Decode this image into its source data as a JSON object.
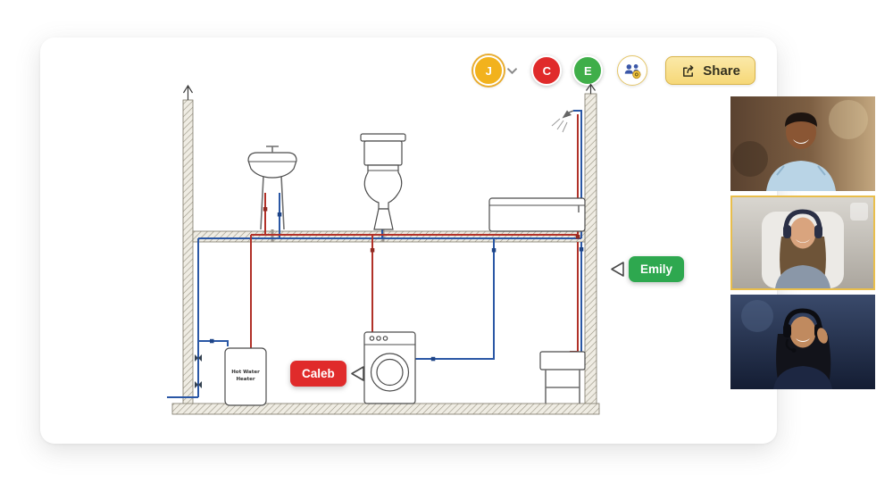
{
  "toolbar": {
    "current_user": {
      "initial": "J",
      "color": "#F2B21D"
    },
    "collaborators": [
      {
        "initial": "C",
        "color": "#E02B2B"
      },
      {
        "initial": "E",
        "color": "#3FAE49"
      }
    ],
    "share_button": {
      "label": "Share",
      "bg": "#F6D878",
      "border": "#D9B44A"
    },
    "participants_button": {
      "icon": "people-gear-icon"
    }
  },
  "cursors": [
    {
      "name": "Caleb",
      "color": "#E02B2B"
    },
    {
      "name": "Emily",
      "color": "#2EA84F"
    }
  ],
  "diagram": {
    "type": "plumbing-cross-section",
    "heater_label_line1": "Hot Water",
    "heater_label_line2": "Heater",
    "hot_pipe_color": "#b13128",
    "cold_pipe_color": "#2a57a5",
    "fixtures": [
      "pedestal-sink",
      "toilet",
      "bathtub",
      "shower-head",
      "hot-water-heater",
      "washing-machine",
      "utility-sink"
    ]
  },
  "video_panel": {
    "participants": [
      {
        "id": "participant-1",
        "active": false
      },
      {
        "id": "participant-2",
        "active": true,
        "active_border": "#E9BE4B"
      },
      {
        "id": "participant-3",
        "active": false
      }
    ]
  }
}
